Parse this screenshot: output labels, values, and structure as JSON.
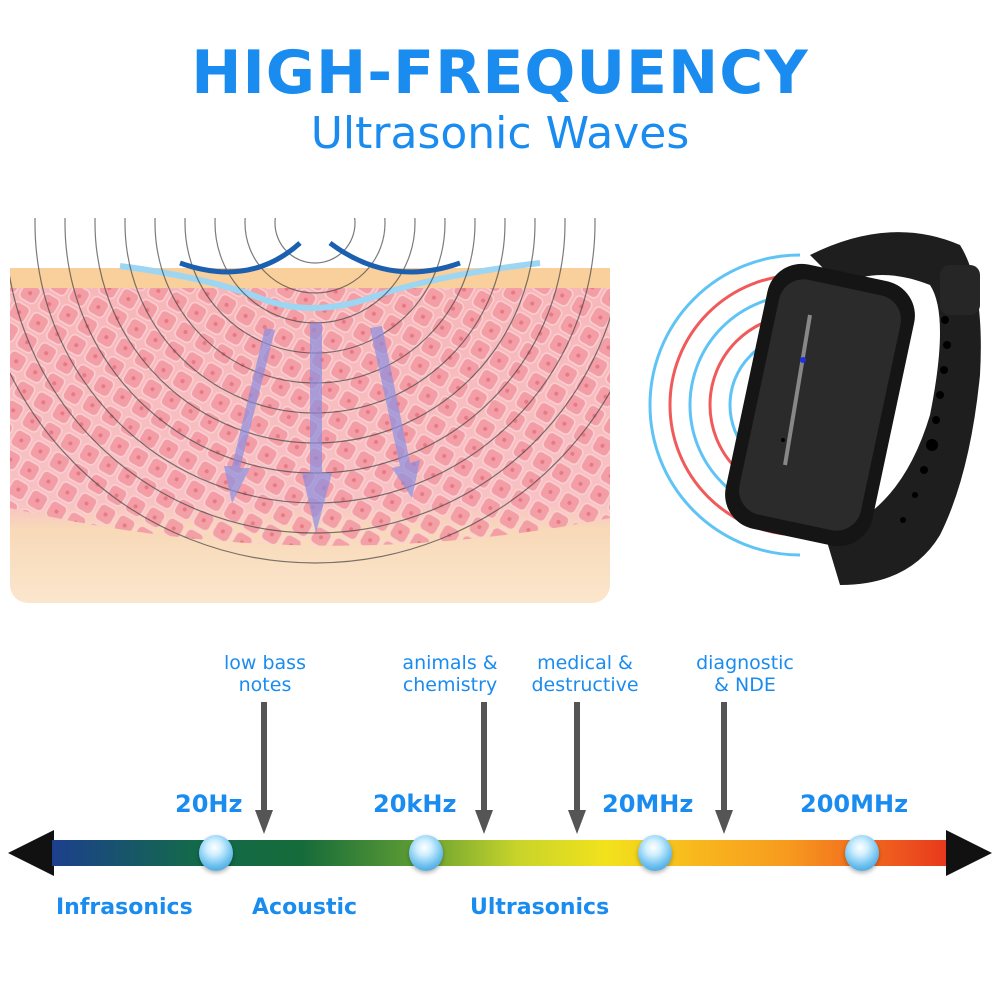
{
  "header": {
    "title": "HIGH-FREQUENCY",
    "subtitle": "Ultrasonic Waves"
  },
  "illustrations": {
    "skin_diagram": "skin cross-section with ultrasonic wave arcs and downward arrows",
    "device": "black wristband device emitting red and blue wave arcs"
  },
  "applications": [
    {
      "label_line1": "low bass",
      "label_line2": "notes"
    },
    {
      "label_line1": "animals &",
      "label_line2": "chemistry"
    },
    {
      "label_line1": "medical &",
      "label_line2": "destructive"
    },
    {
      "label_line1": "diagnostic",
      "label_line2": "& NDE"
    }
  ],
  "frequencies": [
    "20Hz",
    "20kHz",
    "20MHz",
    "200MHz"
  ],
  "bands": [
    "Infrasonics",
    "Acoustic",
    "Ultrasonics"
  ],
  "colors": {
    "accent": "#1a8cf0",
    "arrow": "#555555",
    "spectrum_start": "#1c3f8c",
    "spectrum_end": "#e8381c"
  }
}
